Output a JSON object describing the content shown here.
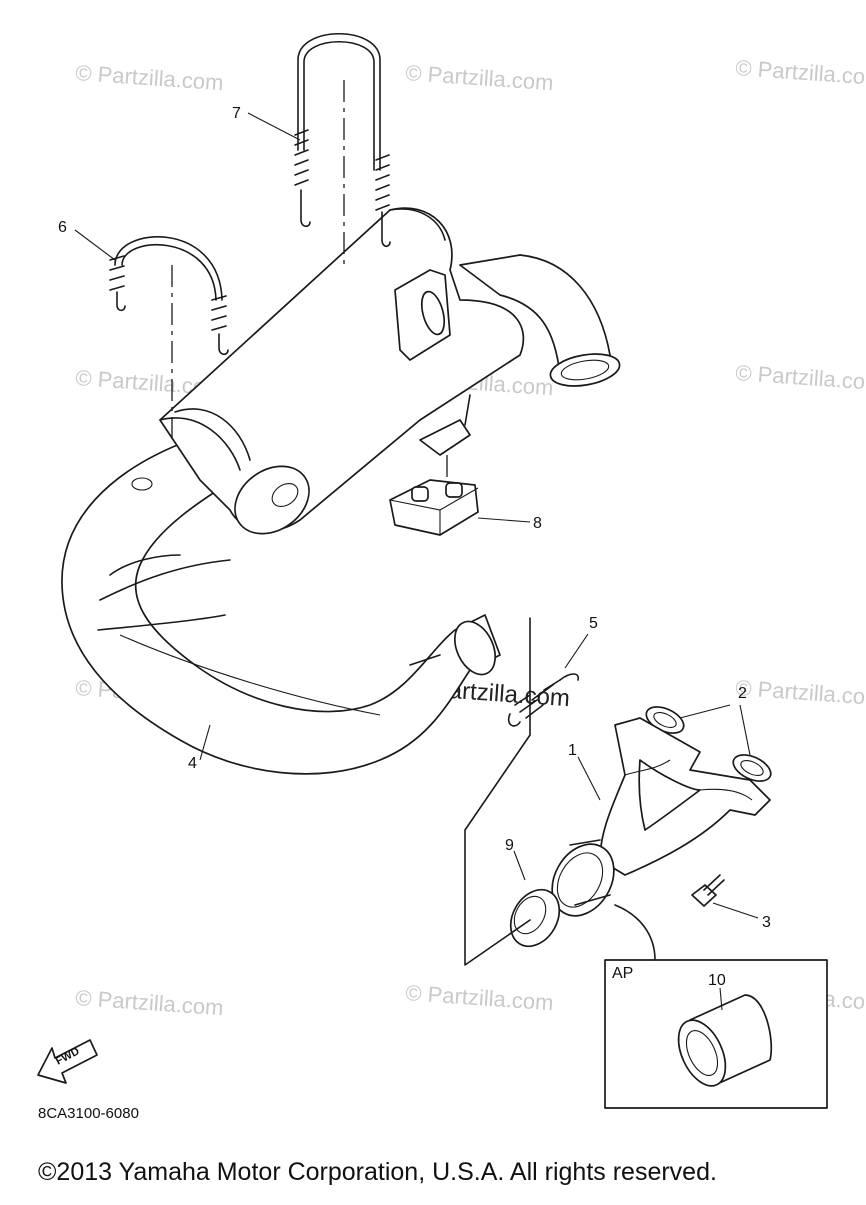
{
  "diagram": {
    "watermark": "© Partzilla.com",
    "part_code": "8CA3100-6080",
    "copyright": "©2013  Yamaha Motor Corporation, U.S.A. All rights reserved.",
    "fwd_label": "FWD",
    "ap_label": "AP",
    "callouts": [
      {
        "label": "1"
      },
      {
        "label": "2"
      },
      {
        "label": "3"
      },
      {
        "label": "4"
      },
      {
        "label": "5"
      },
      {
        "label": "6"
      },
      {
        "label": "7"
      },
      {
        "label": "8"
      },
      {
        "label": "9"
      },
      {
        "label": "10"
      }
    ]
  }
}
